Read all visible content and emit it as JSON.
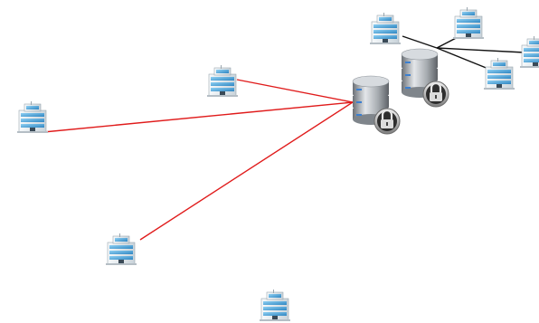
{
  "diagram": {
    "colors": {
      "red_link": "#e01b1b",
      "black_link": "#111111",
      "building_glass": "#5aa9d6",
      "building_wall": "#eef3f6",
      "server_metal": "#9aa0a6",
      "lock_metal": "#8c8c8c"
    },
    "nodes": [
      {
        "id": "building-left-1",
        "icon": "building-icon"
      },
      {
        "id": "building-mid-1",
        "icon": "building-icon"
      },
      {
        "id": "building-left-2",
        "icon": "building-icon"
      },
      {
        "id": "building-bottom",
        "icon": "building-icon"
      },
      {
        "id": "building-top-1",
        "icon": "building-icon"
      },
      {
        "id": "building-top-2",
        "icon": "building-icon"
      },
      {
        "id": "building-top-3",
        "icon": "building-icon"
      },
      {
        "id": "building-top-4",
        "icon": "building-icon"
      },
      {
        "id": "secure-database-1",
        "icon": "secure-database-icon"
      },
      {
        "id": "secure-database-2",
        "icon": "secure-database-icon"
      }
    ],
    "links": [
      {
        "from": "building-left-1",
        "to": "secure-database-1",
        "color": "red"
      },
      {
        "from": "building-mid-1",
        "to": "secure-database-1",
        "color": "red"
      },
      {
        "from": "building-left-2",
        "to": "secure-database-1",
        "color": "red"
      },
      {
        "from": "building-top-1",
        "to": "hub",
        "color": "black"
      },
      {
        "from": "building-top-2",
        "to": "hub",
        "color": "black"
      },
      {
        "from": "building-top-3",
        "to": "hub",
        "color": "black"
      },
      {
        "from": "building-top-4",
        "to": "hub",
        "color": "black"
      }
    ]
  }
}
